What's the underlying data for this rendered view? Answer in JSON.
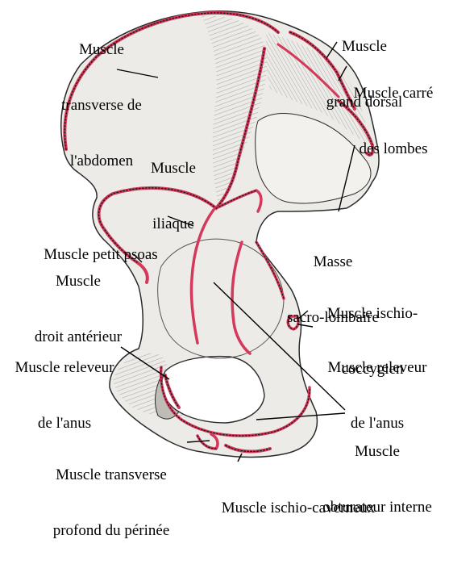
{
  "colors": {
    "background": "#ffffff",
    "bone_fill": "#ecebe7",
    "bone_shade": "#bdbcb6",
    "outline": "#2b2b2b",
    "muscle_line": "#d4385a",
    "muscle_dots": "#1a1a1a",
    "leader_line": "#000000"
  },
  "labels": {
    "transverse_abdomen": [
      "Muscle",
      "transverse de",
      "l'abdomen"
    ],
    "grand_dorsal": [
      "Muscle",
      "grand dorsal"
    ],
    "carre_lombes": [
      "Muscle carré",
      "des lombes"
    ],
    "iliaque": [
      "Muscle",
      "iliaque"
    ],
    "petit_psoas": [
      "Muscle petit psoas"
    ],
    "droit_anterieur": [
      "Muscle",
      "droit antérieur"
    ],
    "sacro_lombaire": [
      "Masse",
      "sacro-lombaire"
    ],
    "ischio_coccygien": [
      "Muscle ischio-",
      "coccygien"
    ],
    "releveur_right": [
      "Muscle releveur",
      "de l'anus"
    ],
    "releveur_left": [
      "Muscle releveur",
      "de l'anus"
    ],
    "obturateur": [
      "Muscle",
      "obturateur interne"
    ],
    "transverse_perinee": [
      "Muscle transverse",
      "profond du périnée"
    ],
    "ischio_caverneux": [
      "Muscle ischio-caverneux"
    ]
  }
}
